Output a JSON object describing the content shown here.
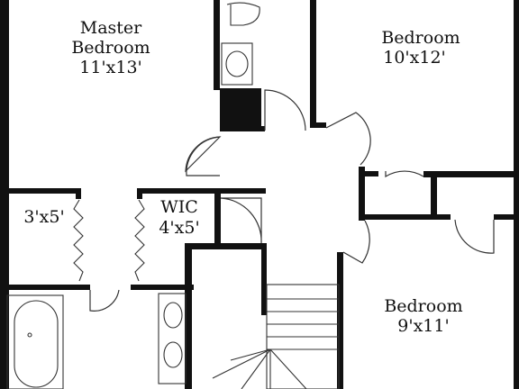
{
  "rooms": {
    "master_bedroom": {
      "name_line1": "Master",
      "name_line2": "Bedroom",
      "size": "11'x13'"
    },
    "bedroom_top_right": {
      "name": "Bedroom",
      "size": "10'x12'"
    },
    "closet_small": {
      "size": "3'x5'"
    },
    "wic": {
      "name": "WIC",
      "size": "4'x5'"
    },
    "bedroom_bottom_right": {
      "name": "Bedroom",
      "size": "9'x11'"
    }
  },
  "colors": {
    "wall": "#111111",
    "line": "#333333",
    "background": "#ffffff"
  }
}
